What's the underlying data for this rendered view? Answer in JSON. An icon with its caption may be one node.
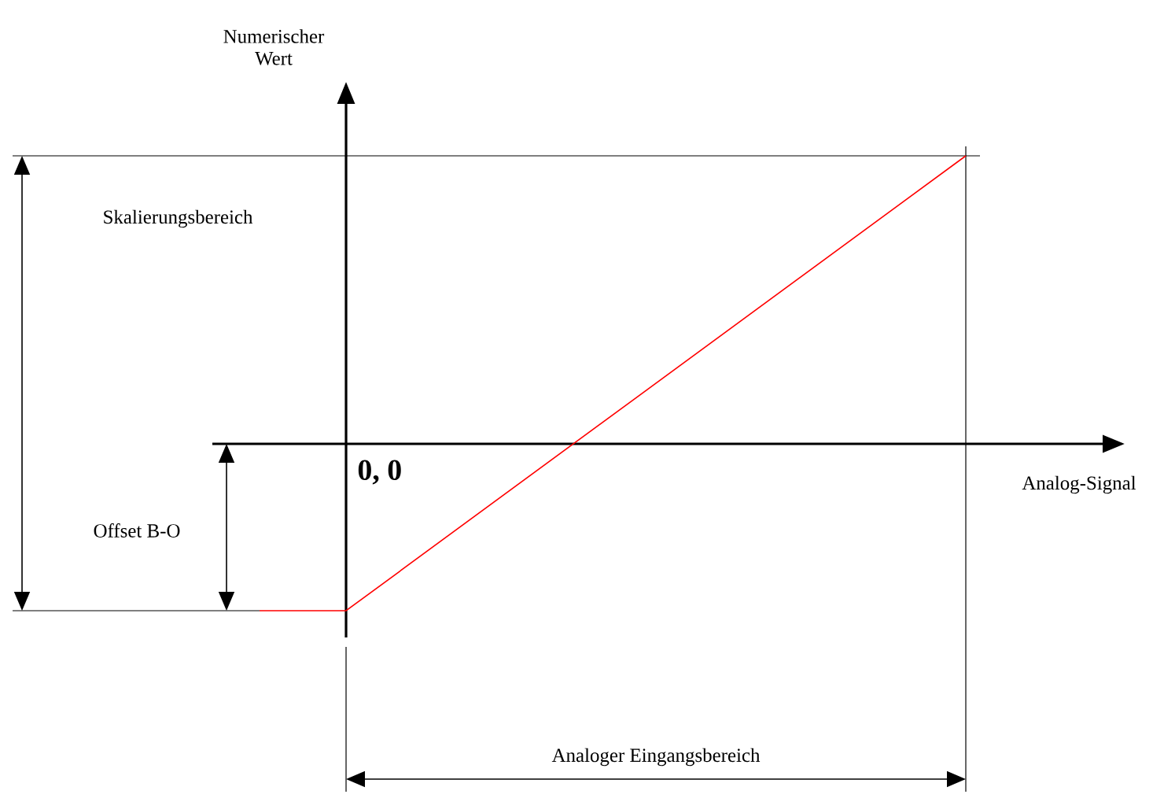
{
  "diagram": {
    "labels": [
      "Numerischer Wert",
      "Skalierungsbereich",
      "0, 0",
      "Offset B-O",
      "Analog-Signal",
      "Analoger Eingangsbereich"
    ]
  }
}
